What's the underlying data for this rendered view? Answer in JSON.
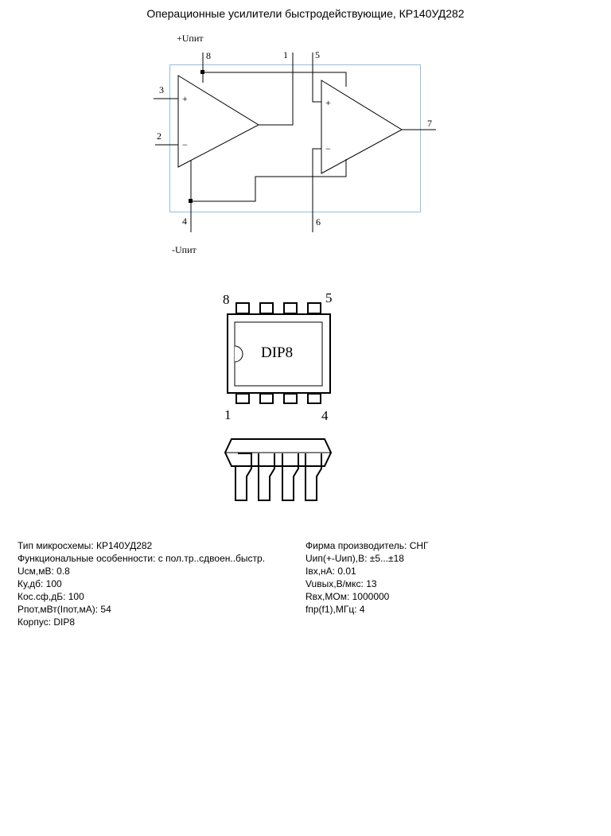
{
  "title": "Операционные усилители быстродействующие, КР140УД282",
  "schematic": {
    "supply_pos_label": "+Uпит",
    "supply_neg_label": "-Uпит",
    "pins": {
      "p8": "8",
      "p1": "1",
      "p5": "5",
      "p3": "3",
      "p2": "2",
      "p7": "7",
      "p4": "4",
      "p6": "6"
    },
    "opamp1": {
      "plus": "+",
      "minus": "−"
    },
    "opamp2": {
      "plus": "+",
      "minus": "−"
    }
  },
  "package": {
    "label": "DIP8",
    "corner_pins": {
      "top_left": "8",
      "top_right": "5",
      "bottom_left": "1",
      "bottom_right": "4"
    }
  },
  "specs_left": [
    "Тип микросхемы: КР140УД282",
    "Функциональные особенности: с пол.тр..сдвоен..быстр.",
    "Uсм,мВ: 0.8",
    "Ку,дб: 100",
    "Кос.сф,дБ: 100",
    "Pпот,мВт(Iпот,мА): 54",
    "Корпус: DIP8"
  ],
  "specs_right": [
    "Фирма производитель: СНГ",
    "Uип(+-Uип),В: ±5...±18",
    "Iвх,нА: 0.01",
    "Vuвых,В/мкс: 13",
    "Rвх,МОм: 1000000",
    "fпр(f1),МГц: 4"
  ],
  "colors": {
    "frame": "#8fc0e0",
    "line": "#000000"
  }
}
